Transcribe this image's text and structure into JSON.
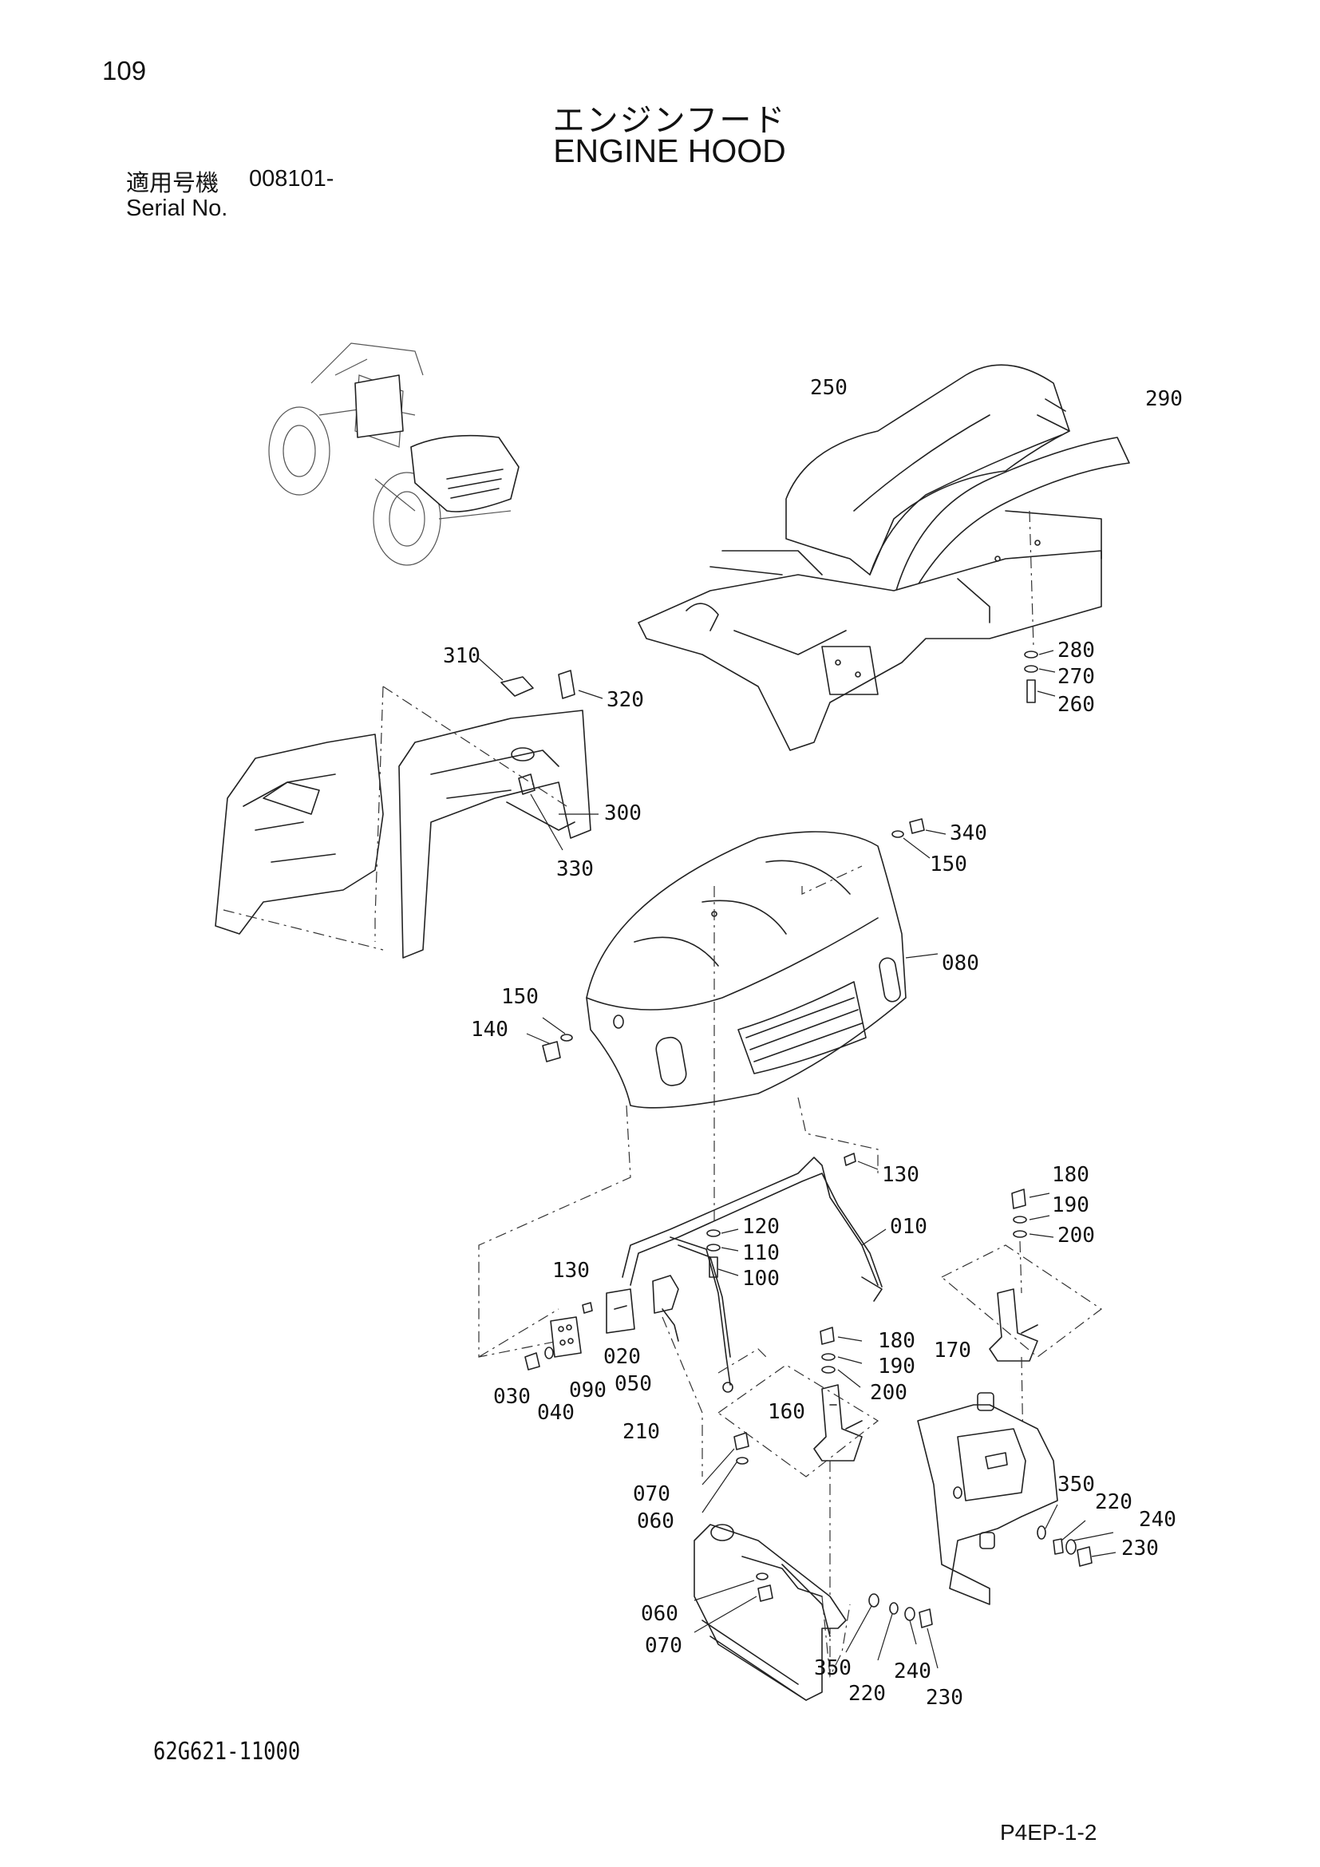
{
  "page": {
    "page_number": "109",
    "title_jp": "エンジンフード",
    "title_en": "ENGINE HOOD",
    "serial_label_jp": "適用号機",
    "serial_value": "008101-",
    "serial_label_en": "Serial No.",
    "drawing_number": "62G621-11000",
    "page_code": "P4EP-1-2"
  },
  "callouts": [
    "250",
    "290",
    "280",
    "270",
    "260",
    "310",
    "320",
    "300",
    "330",
    "340",
    "150",
    "080",
    "150",
    "140",
    "130",
    "010",
    "120",
    "110",
    "100",
    "180",
    "190",
    "200",
    "130",
    "020",
    "050",
    "030",
    "040",
    "090",
    "210",
    "180",
    "190",
    "200",
    "170",
    "160",
    "350",
    "220",
    "240",
    "230",
    "070",
    "060",
    "060",
    "070",
    "350",
    "220",
    "240",
    "230"
  ]
}
